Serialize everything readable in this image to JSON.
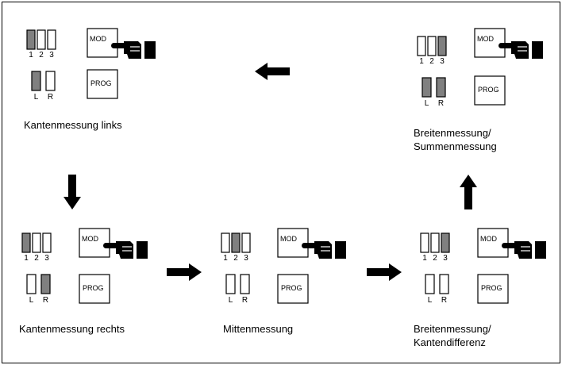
{
  "labels": {
    "mod": "MOD",
    "prog": "PROG",
    "digits": [
      "1",
      "2",
      "3"
    ],
    "lr": [
      "L",
      "R"
    ]
  },
  "colors": {
    "filled": "#808080",
    "empty": "#ffffff",
    "stroke": "#000000"
  },
  "icons": {
    "hand": "pointing-hand-icon",
    "arrow": "block-arrow-icon"
  },
  "modes": [
    {
      "id": "kanten-links",
      "caption_lines": [
        "Kantenmessung links"
      ],
      "segments": [
        true,
        false,
        false
      ],
      "lr": [
        true,
        false
      ],
      "hand": true
    },
    {
      "id": "breiten-summen",
      "caption_lines": [
        "Breitenmessung/",
        "Summenmessung"
      ],
      "segments": [
        false,
        false,
        true
      ],
      "lr": [
        true,
        true
      ],
      "hand": true
    },
    {
      "id": "kanten-rechts",
      "caption_lines": [
        "Kantenmessung rechts"
      ],
      "segments": [
        true,
        false,
        false
      ],
      "lr": [
        false,
        true
      ],
      "hand": true
    },
    {
      "id": "mitten",
      "caption_lines": [
        "Mittenmessung"
      ],
      "segments": [
        false,
        true,
        false
      ],
      "lr": [
        false,
        false
      ],
      "hand": true
    },
    {
      "id": "breiten-kantendiff",
      "caption_lines": [
        "Breitenmessung/",
        "Kantendifferenz"
      ],
      "segments": [
        false,
        false,
        true
      ],
      "lr": [
        false,
        false
      ],
      "hand": true
    }
  ],
  "arrows": [
    {
      "from": "kanten-links",
      "to": "kanten-rechts",
      "direction": "down"
    },
    {
      "from": "kanten-rechts",
      "to": "mitten",
      "direction": "right"
    },
    {
      "from": "mitten",
      "to": "breiten-kantendiff",
      "direction": "right"
    },
    {
      "from": "breiten-kantendiff",
      "to": "breiten-summen",
      "direction": "up"
    },
    {
      "from": "breiten-summen",
      "to": "kanten-links",
      "direction": "left"
    }
  ]
}
